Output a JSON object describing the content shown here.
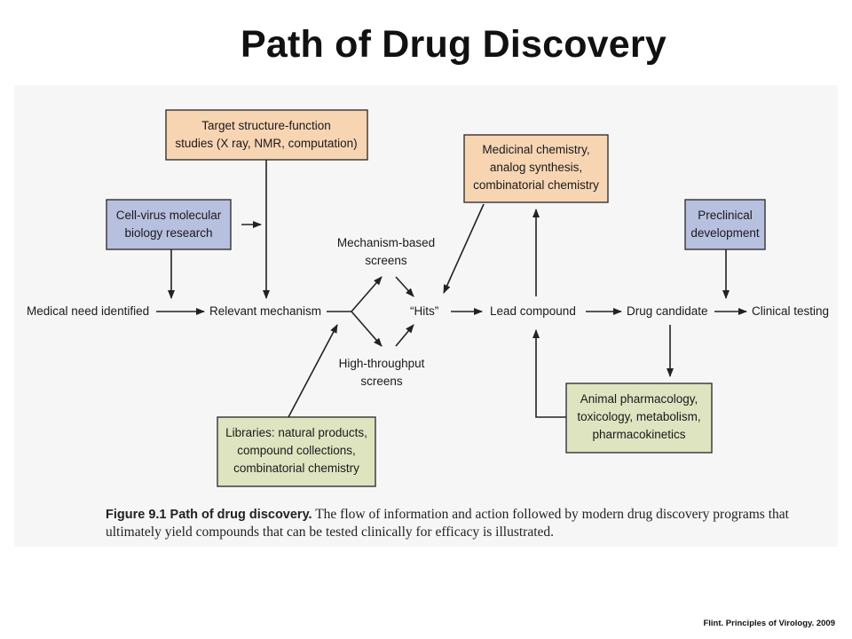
{
  "title": "Path of Drug Discovery",
  "colors": {
    "orange_box": "#f7d5b3",
    "blue_box": "#b8c0e0",
    "green_box": "#dfe4c0",
    "box_border": "#333333",
    "arrow": "#222222",
    "panel": "#f6f6f6"
  },
  "boxes": {
    "target_structure": {
      "lines": [
        "Target structure-function",
        "studies (X ray, NMR, computation)"
      ]
    },
    "cell_virus": {
      "lines": [
        "Cell-virus molecular",
        "biology research"
      ]
    },
    "medicinal_chemistry": {
      "lines": [
        "Medicinal chemistry,",
        "analog synthesis,",
        "combinatorial chemistry"
      ]
    },
    "preclinical": {
      "lines": [
        "Preclinical",
        "development"
      ]
    },
    "libraries": {
      "lines": [
        "Libraries: natural products,",
        "compound collections,",
        "combinatorial chemistry"
      ]
    },
    "animal_pharmacology": {
      "lines": [
        "Animal pharmacology,",
        "toxicology, metabolism,",
        "pharmacokinetics"
      ]
    }
  },
  "nodes": {
    "medical_need": "Medical need identified",
    "relevant_mechanism": "Relevant mechanism",
    "mechanism_screens": [
      "Mechanism-based",
      "screens"
    ],
    "high_throughput": [
      "High-throughput",
      "screens"
    ],
    "hits": "“Hits”",
    "lead_compound": "Lead compound",
    "drug_candidate": "Drug candidate",
    "clinical_testing": "Clinical testing"
  },
  "caption": {
    "label": "Figure 9.1  Path of drug discovery.",
    "text": " The flow of information and action followed by modern drug discovery programs that ultimately yield compounds that can be tested clinically for efficacy is illustrated."
  },
  "credit": "Flint. Principles of Virology. 2009"
}
